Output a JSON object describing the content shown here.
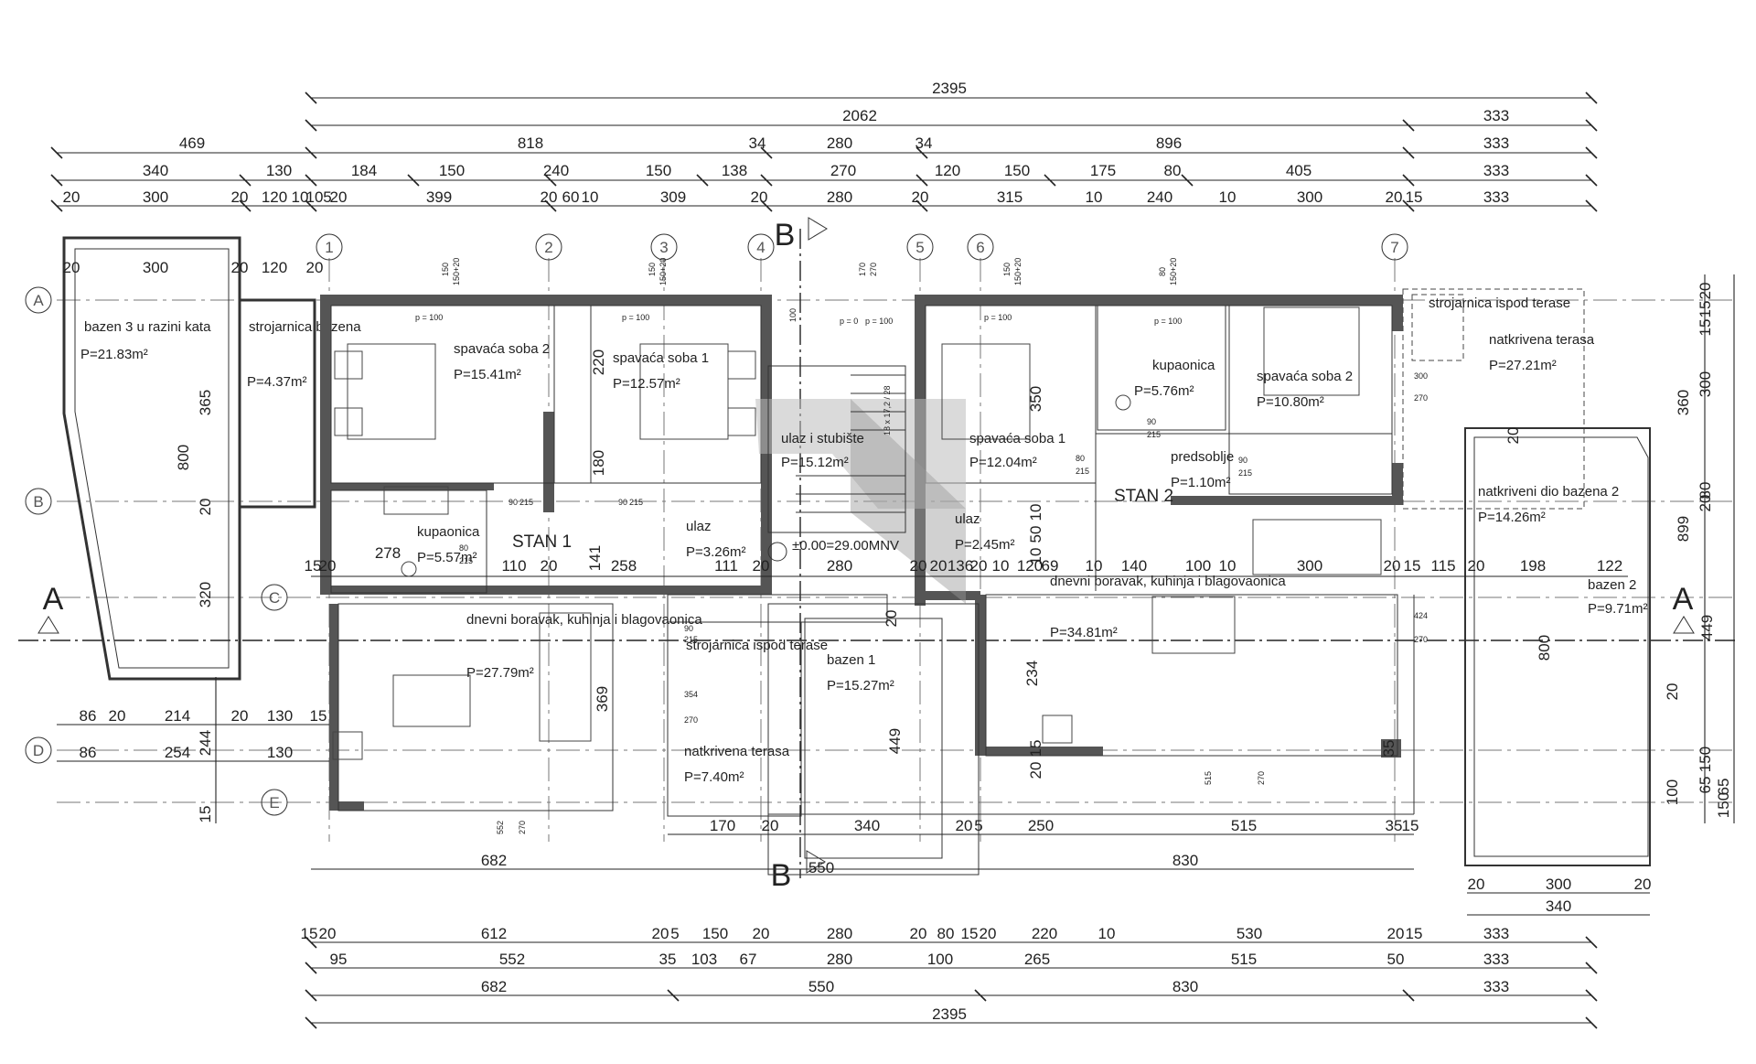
{
  "dimensions": {
    "top": {
      "overall": "2395",
      "main": "2062",
      "terrace_top": "333",
      "row3": [
        "469",
        "818",
        "34",
        "280",
        "34",
        "896",
        "333"
      ],
      "row4": [
        "340",
        "130",
        "184",
        "150",
        "240",
        "150",
        "138",
        "270",
        "120",
        "150",
        "175",
        "80",
        "405",
        "333"
      ],
      "row5": [
        "20",
        "300",
        "20",
        "120",
        "10",
        "10",
        "5",
        "20",
        "399",
        "20",
        "60",
        "10",
        "309",
        "20",
        "280",
        "20",
        "315",
        "10",
        "240",
        "10",
        "300",
        "20",
        "15",
        "333"
      ],
      "pool3_row": [
        "20",
        "300",
        "20",
        "120",
        "20"
      ]
    },
    "bottom": {
      "row1": [
        "15",
        "20",
        "612",
        "20",
        "5",
        "150",
        "20",
        "280",
        "20",
        "80",
        "15",
        "20",
        "220",
        "10",
        "530",
        "20",
        "15",
        "333"
      ],
      "row2": [
        "95",
        "552",
        "35",
        "103",
        "67",
        "280",
        "100",
        "265",
        "515",
        "50",
        "333"
      ],
      "row3": [
        "682",
        "550",
        "830",
        "333"
      ],
      "overall": "2395"
    },
    "inner": [
      "170",
      "20",
      "340",
      "20",
      "5",
      "250",
      "515",
      "35",
      "15",
      "682",
      "550",
      "830",
      "552",
      "270",
      "515",
      "270",
      "20",
      "300",
      "20",
      "340"
    ],
    "mid_row": [
      "15",
      "20",
      "278",
      "110",
      "20",
      "141",
      "258",
      "111",
      "20",
      "280",
      "20",
      "20",
      "136",
      "20",
      "10",
      "120",
      "69",
      "10",
      "140",
      "100",
      "10",
      "300",
      "20",
      "15",
      "115",
      "20",
      "198",
      "122"
    ],
    "left_lower": [
      "86",
      "20",
      "214",
      "20",
      "130",
      "15",
      "86",
      "254",
      "130",
      "244",
      "15"
    ],
    "right_col": [
      "20",
      "15",
      "15",
      "300",
      "360",
      "20",
      "80",
      "899",
      "449",
      "800",
      "20",
      "150",
      "65",
      "150",
      "65",
      "20",
      "100",
      "35"
    ],
    "vertical": [
      "800",
      "365",
      "20",
      "320",
      "220",
      "180",
      "350",
      "369",
      "354",
      "270",
      "234",
      "449",
      "424",
      "270",
      "300",
      "270",
      "10",
      "50",
      "10",
      "15",
      "20",
      "20"
    ]
  },
  "grid_axes": {
    "numbers": [
      "1",
      "2",
      "3",
      "4",
      "5",
      "6",
      "7"
    ],
    "letters": [
      "A",
      "B",
      "C",
      "D",
      "E"
    ]
  },
  "sections": {
    "a_left": "A",
    "a_right": "A",
    "b_top": "B",
    "b_bottom": "B"
  },
  "rooms": [
    {
      "name": "bazen 3 u razini kata",
      "area": "P=21.83m²"
    },
    {
      "name": "strojarnica bazena",
      "area": "P=4.37m²"
    },
    {
      "name": "spavaća soba 2",
      "area": "P=15.41m²"
    },
    {
      "name": "spavaća soba 1",
      "area": "P=12.57m²"
    },
    {
      "name": "ulaz i stubište",
      "area": "P=15.12m²"
    },
    {
      "name": "spavaća soba 1",
      "area": "P=12.04m²"
    },
    {
      "name": "kupaonica",
      "area": "P=5.76m²"
    },
    {
      "name": "spavaća soba 2",
      "area": "P=10.80m²"
    },
    {
      "name": "strojarnica ispod terase",
      "area": ""
    },
    {
      "name": "natkrivena terasa",
      "area": "P=27.21m²"
    },
    {
      "name": "kupaonica",
      "area": "P=5.57m²"
    },
    {
      "name": "ulaz",
      "area": "P=3.26m²"
    },
    {
      "name": "ulaz",
      "area": "P=2.45m²"
    },
    {
      "name": "predsoblje",
      "area": "P=1.10m²"
    },
    {
      "name": "natkriveni dio bazena 2",
      "area": "P=14.26m²"
    },
    {
      "name": "dnevni boravak, kuhinja i blagovaonica",
      "area": "P=27.79m²"
    },
    {
      "name": "strojarnica ispod terase",
      "area": ""
    },
    {
      "name": "bazen 1",
      "area": "P=15.27m²"
    },
    {
      "name": "dnevni boravak, kuhinja i blagovaonica",
      "area": "P=34.81m²"
    },
    {
      "name": "bazen 2",
      "area": "P=9.71m²"
    },
    {
      "name": "natkrivena terasa",
      "area": "P=7.40m²"
    }
  ],
  "units": {
    "stan1": "STAN 1",
    "stan2": "STAN 2"
  },
  "level_mark": "±0.00=29.00MNV",
  "window_notes": [
    "150",
    "150+20",
    "150",
    "150+20",
    "170",
    "270",
    "150",
    "150+20",
    "80",
    "150+20",
    "p = 100",
    "p = 100",
    "p = 100",
    "p = 100",
    "p = 100",
    "p = 0"
  ],
  "door_notes": [
    "90",
    "215",
    "90",
    "215",
    "80",
    "215",
    "90",
    "215",
    "90",
    "215",
    "80",
    "215",
    "90",
    "215"
  ],
  "stair_notes": [
    "18 x 17,2 / 28",
    "100"
  ]
}
